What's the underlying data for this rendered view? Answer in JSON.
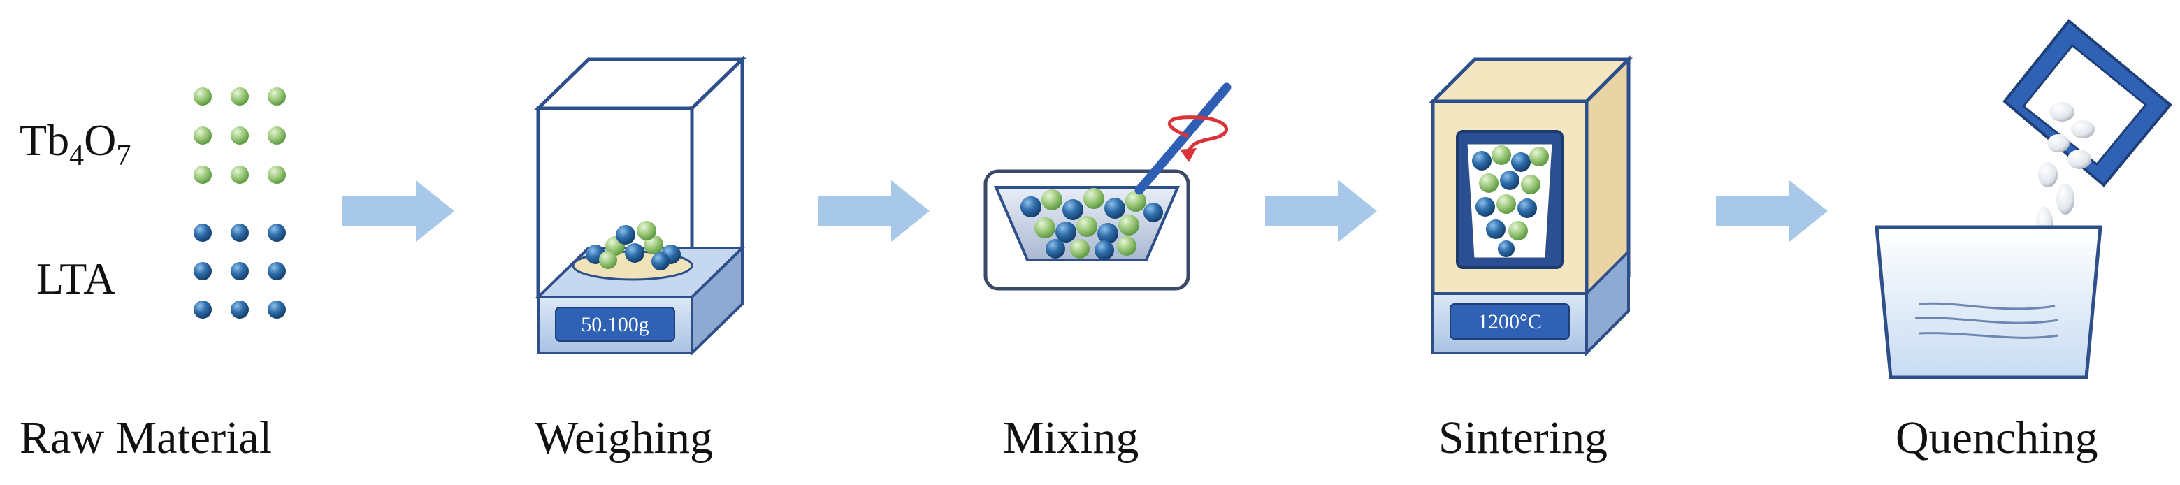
{
  "materials": [
    {
      "prefix": "Tb",
      "sub1": "4",
      "mid": "O",
      "sub2": "7",
      "color": "#9cc97a"
    },
    {
      "prefix": "LTA",
      "sub1": "",
      "mid": "",
      "sub2": "",
      "color": "#2f6fad"
    }
  ],
  "stages": [
    {
      "label": "Raw Material"
    },
    {
      "label": "Weighing",
      "readout": "50.100g"
    },
    {
      "label": "Mixing"
    },
    {
      "label": "Sintering",
      "readout": "1200°C"
    },
    {
      "label": "Quenching"
    }
  ],
  "colors": {
    "arrow": "#a7c8e8",
    "outline": "#2f4f8a",
    "display": "#2f62b5",
    "green_ball": "#9cc97a",
    "blue_ball": "#2f6fad",
    "furnace": "#f4e6c0",
    "bowl": "#c9d4e8",
    "rotation": "#d9343a"
  },
  "icons": [
    "right-arrow-icon",
    "balance-icon",
    "mixing-bowl-icon",
    "stirrer-icon",
    "rotation-arrow-icon",
    "furnace-icon",
    "bucket-icon",
    "tray-icon"
  ]
}
